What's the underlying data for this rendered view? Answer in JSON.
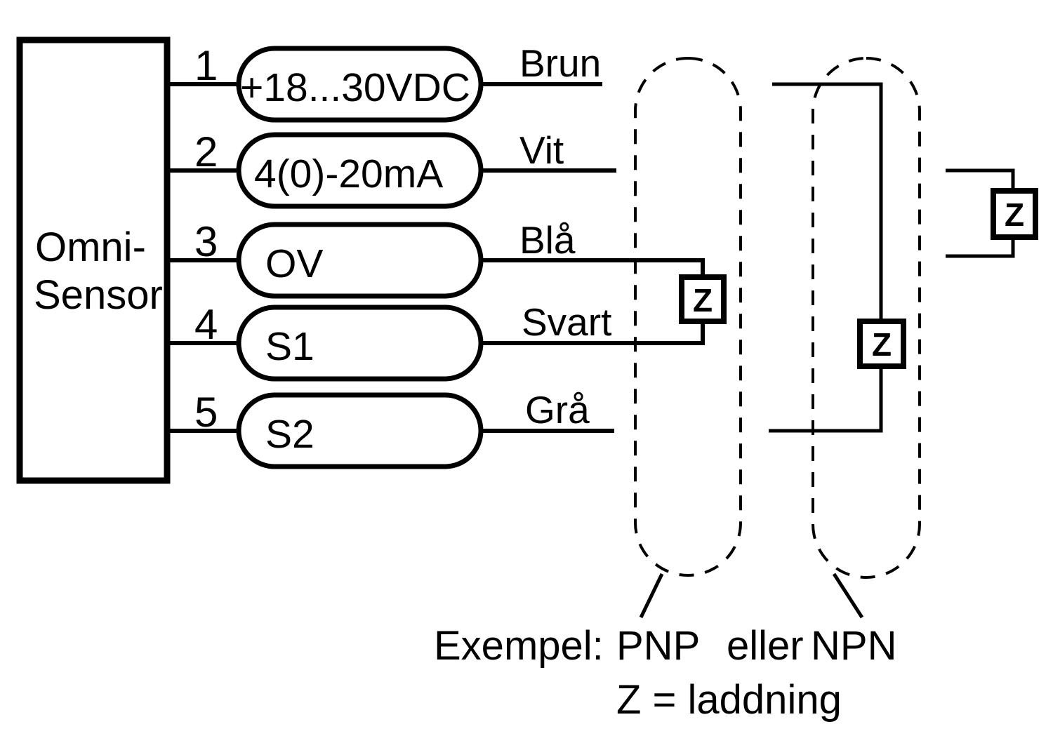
{
  "sensor": {
    "name_line1": "Omni-",
    "name_line2": "Sensor"
  },
  "pins": [
    {
      "number": "1",
      "terminal": "+18...30VDC",
      "wire_color": "Brun"
    },
    {
      "number": "2",
      "terminal": "4(0)-20mA",
      "wire_color": "Vit"
    },
    {
      "number": "3",
      "terminal": "OV",
      "wire_color": "Blå"
    },
    {
      "number": "4",
      "terminal": "S1",
      "wire_color": "Svart"
    },
    {
      "number": "5",
      "terminal": "S2",
      "wire_color": "Grå"
    }
  ],
  "loads": {
    "pnp": "Z",
    "npn": "Z",
    "external": "Z"
  },
  "caption": {
    "prefix": "Exempel:",
    "pnp": "PNP",
    "conjunction": "eller",
    "npn": "NPN",
    "legend": "Z = laddning"
  },
  "colors": {
    "ink": "#000000",
    "background": "#ffffff"
  }
}
